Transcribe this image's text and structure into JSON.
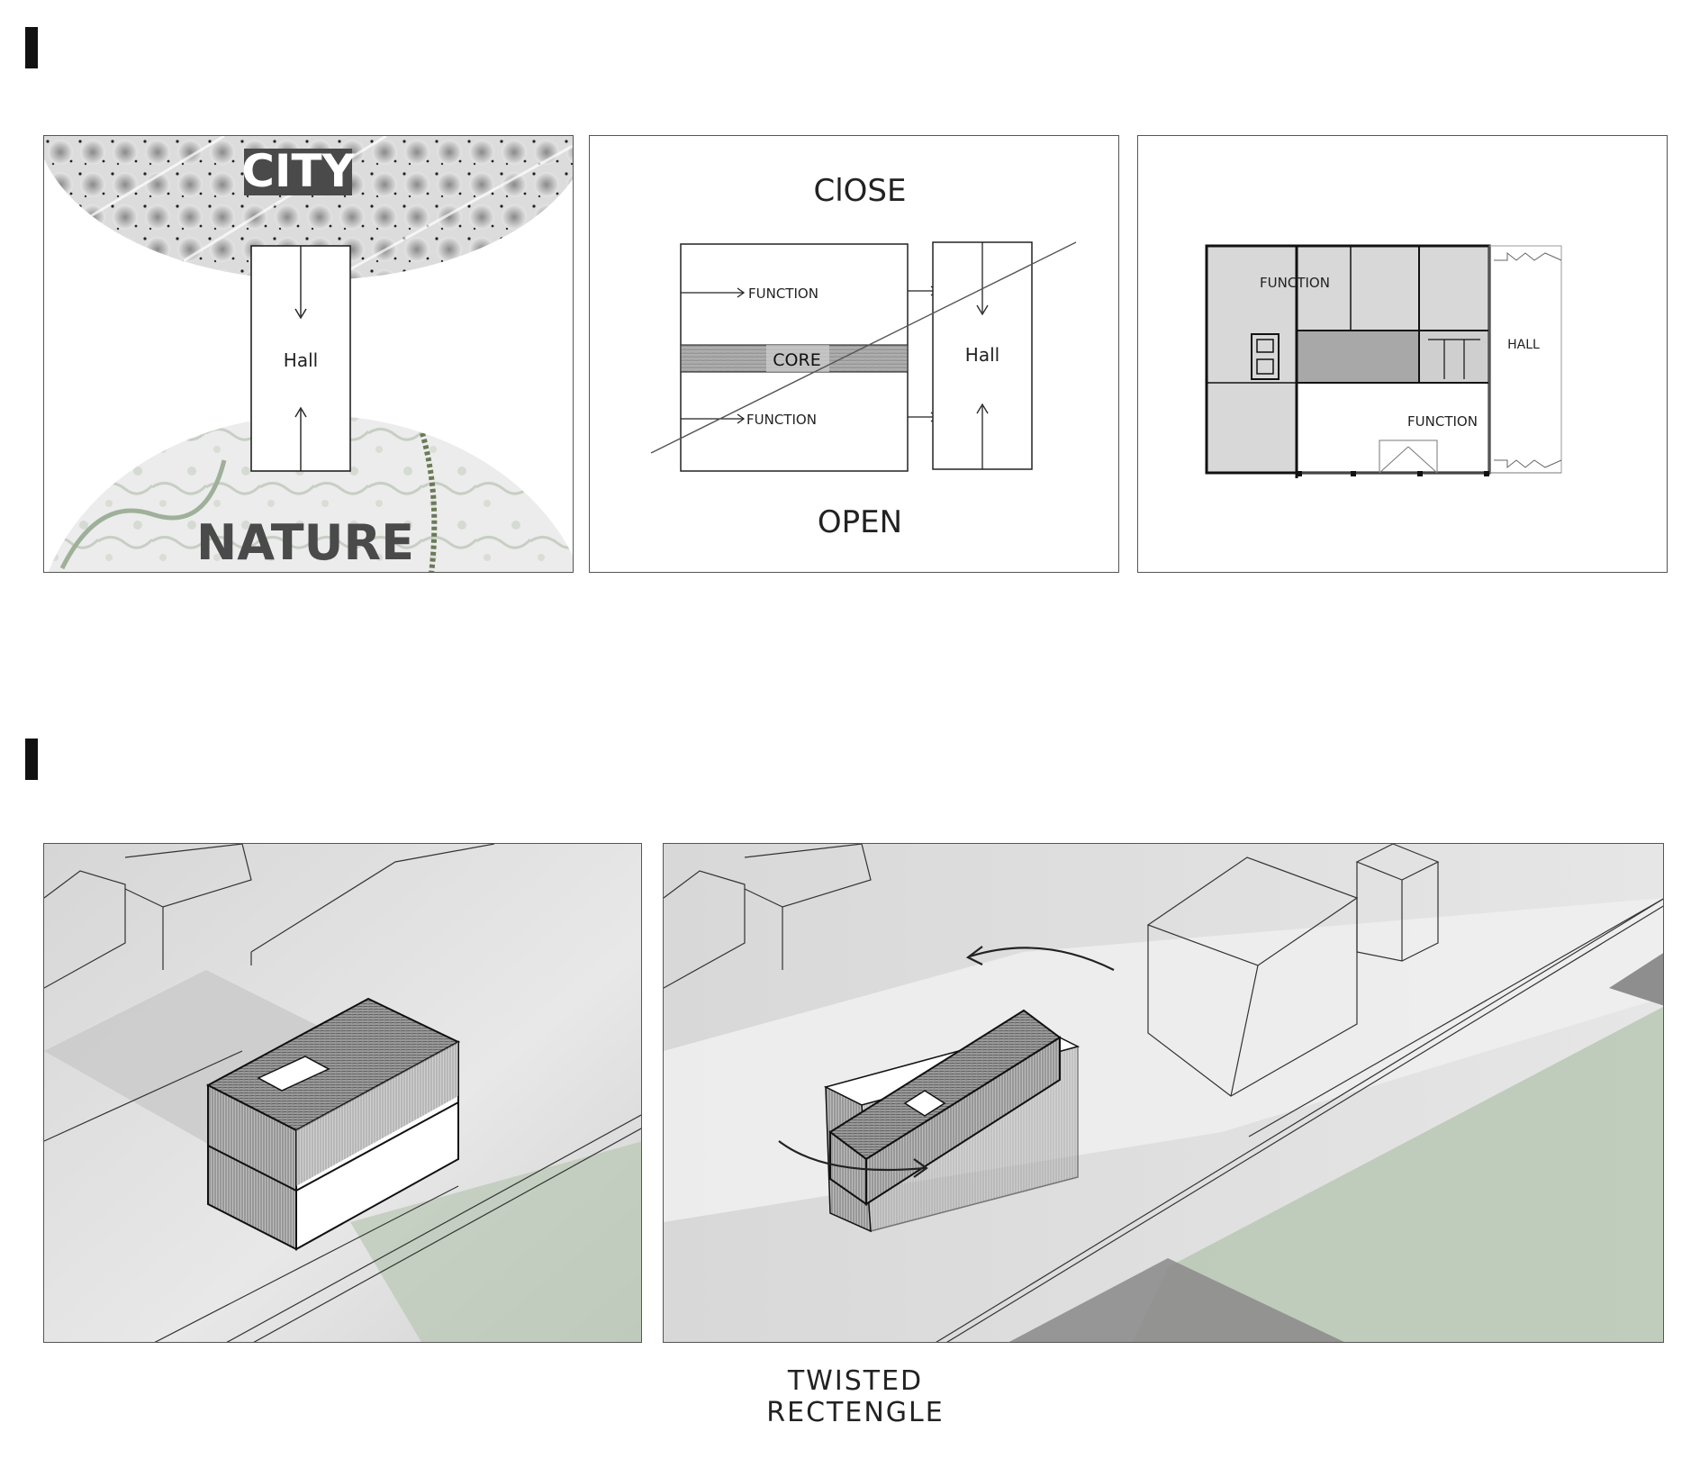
{
  "diagram1": {
    "top_label": "CITY",
    "center_label": "Hall",
    "bottom_label": "NATURE"
  },
  "diagram2": {
    "top_label": "ClOSE",
    "bottom_label": "OPEN",
    "function_top": "FUNCTION",
    "core_label": "CORE",
    "function_bottom": "FUNCTION",
    "hall_label": "Hall"
  },
  "diagram3": {
    "function_top": "FUNCTION",
    "hall_label": "HALL",
    "function_bottom": "FUNCTION"
  },
  "caption": "TWISTED RECTENGLE",
  "colors": {
    "frame": "#555555",
    "marker": "#111111",
    "core_fill": "#9a9a9a",
    "nature_green": "#b9c7b4"
  }
}
